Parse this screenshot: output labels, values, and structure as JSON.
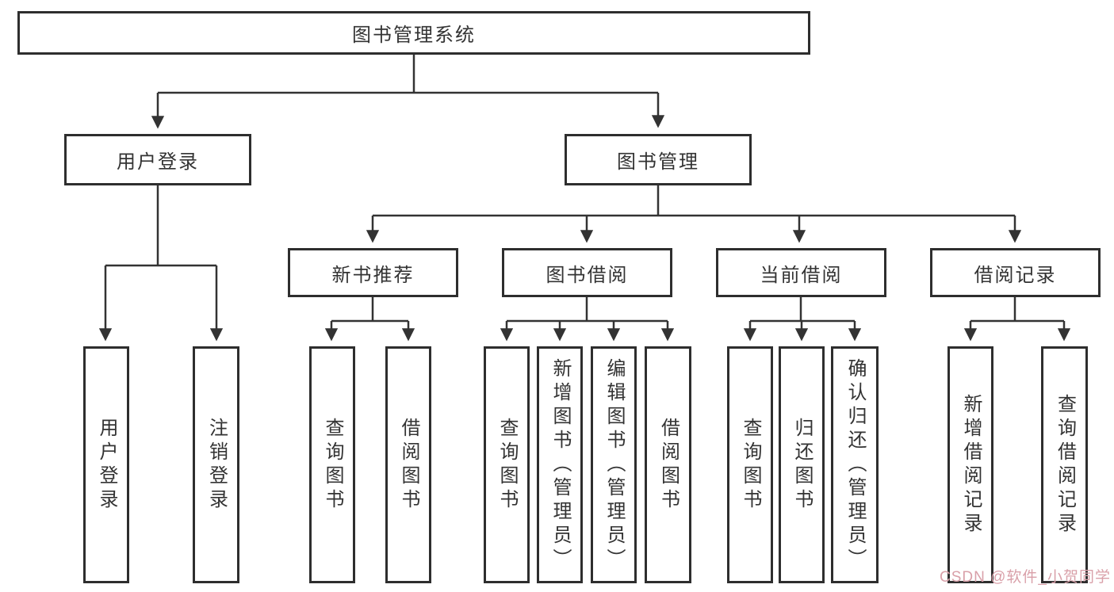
{
  "diagram": {
    "root": {
      "label": "图书管理系统"
    },
    "branches": [
      {
        "label": "用户登录",
        "children": [
          {
            "label": "用户登录"
          },
          {
            "label": "注销登录"
          }
        ]
      },
      {
        "label": "图书管理",
        "children": [
          {
            "label": "新书推荐",
            "children": [
              {
                "label": "查询图书"
              },
              {
                "label": "借阅图书"
              }
            ]
          },
          {
            "label": "图书借阅",
            "children": [
              {
                "label": "查询图书"
              },
              {
                "label": "新增图书（管理员）"
              },
              {
                "label": "编辑图书（管理员）"
              },
              {
                "label": "借阅图书"
              }
            ]
          },
          {
            "label": "当前借阅",
            "children": [
              {
                "label": "查询图书"
              },
              {
                "label": "归还图书"
              },
              {
                "label": "确认归还（管理员）"
              }
            ]
          },
          {
            "label": "借阅记录",
            "children": [
              {
                "label": "新增借阅记录"
              },
              {
                "label": "查询借阅记录"
              }
            ]
          }
        ]
      }
    ]
  },
  "watermark": {
    "text": "CSDN @软件_小贺同学",
    "color": "#d9a0a9"
  },
  "colors": {
    "background": "#ffffff",
    "box_border": "#2e2e2e",
    "box_fill": "#ffffff",
    "connector": "#333333",
    "text": "#333333"
  }
}
